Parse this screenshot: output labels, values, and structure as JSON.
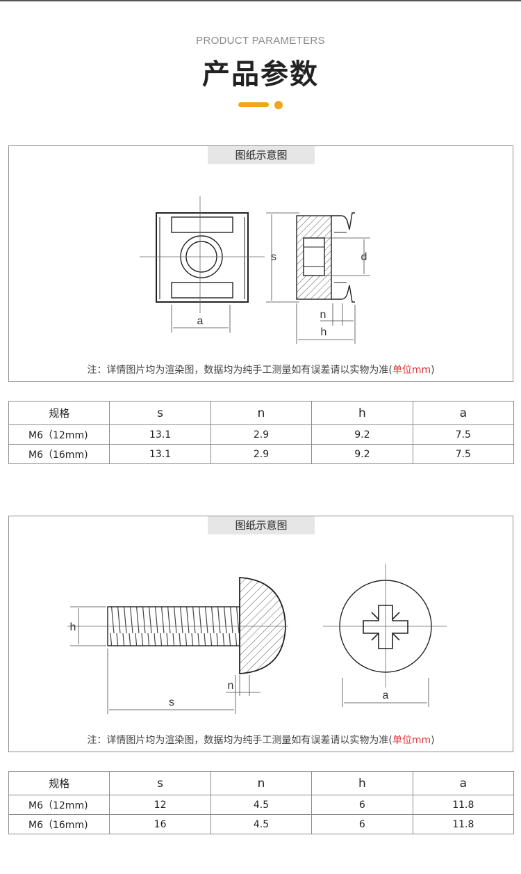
{
  "header": {
    "eyebrow": "PRODUCT PARAMETERS",
    "title": "产品参数",
    "accent_color": "#f2a51a"
  },
  "section1": {
    "panel_label": "图纸示意图",
    "dim_labels": {
      "s": "s",
      "d": "d",
      "a": "a",
      "n": "n",
      "h": "h"
    },
    "note_prefix": "注：详情图片均为渲染图，数据均为纯手工测量如有误差请以实物为准(",
    "note_unit": "单位mm",
    "note_suffix": ")",
    "table": {
      "headers": [
        "规格",
        "s",
        "n",
        "h",
        "a"
      ],
      "rows": [
        [
          "M6（12mm)",
          "13.1",
          "2.9",
          "9.2",
          "7.5"
        ],
        [
          "M6（16mm)",
          "13.1",
          "2.9",
          "9.2",
          "7.5"
        ]
      ]
    }
  },
  "section2": {
    "panel_label": "图纸示意图",
    "dim_labels": {
      "h": "h",
      "s": "s",
      "n": "n",
      "a": "a"
    },
    "note_prefix": "注：详情图片均为渲染图，数据均为纯手工测量如有误差请以实物为准(",
    "note_unit": "单位mm",
    "note_suffix": ")",
    "table": {
      "headers": [
        "规格",
        "s",
        "n",
        "h",
        "a"
      ],
      "rows": [
        [
          "M6（12mm)",
          "12",
          "4.5",
          "6",
          "11.8"
        ],
        [
          "M6（16mm)",
          "16",
          "4.5",
          "6",
          "11.8"
        ]
      ]
    }
  }
}
